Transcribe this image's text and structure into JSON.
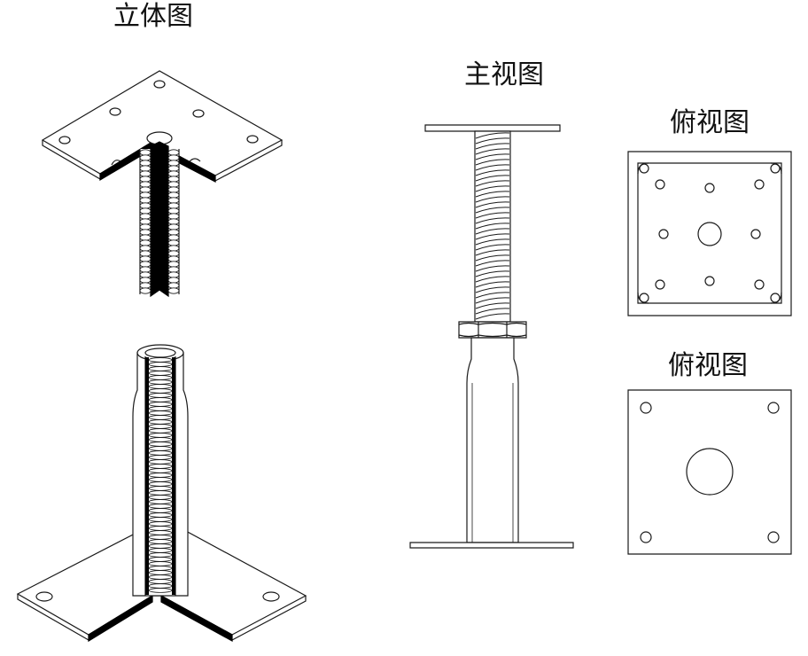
{
  "labels": {
    "isometric": "立体图",
    "front": "主视图",
    "top_upper": "俯视图",
    "top_lower": "俯视图"
  },
  "colors": {
    "line": "#1a1a1a",
    "fill": "#ffffff",
    "section": "#000000"
  }
}
